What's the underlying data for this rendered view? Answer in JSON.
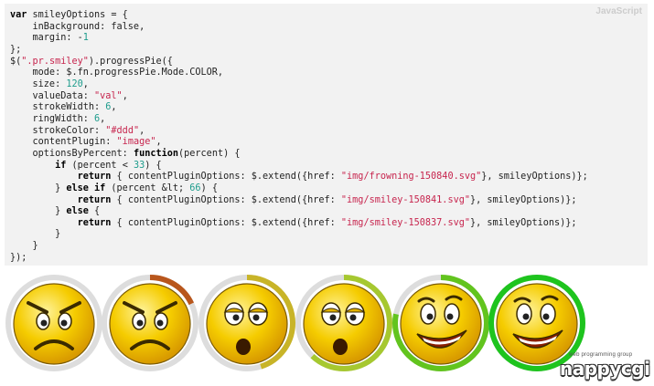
{
  "code_block": {
    "language_label": "JavaScript",
    "lines": [
      [
        {
          "t": "var",
          "c": "kw"
        },
        {
          "t": " smileyOptions = {"
        }
      ],
      [
        {
          "t": "    inBackground: false,"
        }
      ],
      [
        {
          "t": "    margin: -"
        },
        {
          "t": "1",
          "c": "num"
        }
      ],
      [
        {
          "t": "};"
        }
      ],
      [
        {
          "t": "$("
        },
        {
          "t": "\".pr.smiley\"",
          "c": "str"
        },
        {
          "t": ").progressPie({"
        }
      ],
      [
        {
          "t": "    mode: $.fn.progressPie.Mode.COLOR,"
        }
      ],
      [
        {
          "t": "    size: "
        },
        {
          "t": "120",
          "c": "num"
        },
        {
          "t": ","
        }
      ],
      [
        {
          "t": "    valueData: "
        },
        {
          "t": "\"val\"",
          "c": "str"
        },
        {
          "t": ","
        }
      ],
      [
        {
          "t": "    strokeWidth: "
        },
        {
          "t": "6",
          "c": "num"
        },
        {
          "t": ","
        }
      ],
      [
        {
          "t": "    ringWidth: "
        },
        {
          "t": "6",
          "c": "num"
        },
        {
          "t": ","
        }
      ],
      [
        {
          "t": "    strokeColor: "
        },
        {
          "t": "\"#ddd\"",
          "c": "str"
        },
        {
          "t": ","
        }
      ],
      [
        {
          "t": "    contentPlugin: "
        },
        {
          "t": "\"image\"",
          "c": "str"
        },
        {
          "t": ","
        }
      ],
      [
        {
          "t": "    optionsByPercent: "
        },
        {
          "t": "function",
          "c": "kw"
        },
        {
          "t": "(percent) {"
        }
      ],
      [
        {
          "t": "        "
        },
        {
          "t": "if",
          "c": "kw"
        },
        {
          "t": " (percent < "
        },
        {
          "t": "33",
          "c": "num"
        },
        {
          "t": ") {"
        }
      ],
      [
        {
          "t": "            "
        },
        {
          "t": "return",
          "c": "kw"
        },
        {
          "t": " { contentPluginOptions: $.extend({href: "
        },
        {
          "t": "\"img/frowning-150840.svg\"",
          "c": "str"
        },
        {
          "t": "}, smileyOptions)};"
        }
      ],
      [
        {
          "t": "        } "
        },
        {
          "t": "else if",
          "c": "kw"
        },
        {
          "t": " (percent &lt; "
        },
        {
          "t": "66",
          "c": "num"
        },
        {
          "t": ") {"
        }
      ],
      [
        {
          "t": "            "
        },
        {
          "t": "return",
          "c": "kw"
        },
        {
          "t": " { contentPluginOptions: $.extend({href: "
        },
        {
          "t": "\"img/smiley-150841.svg\"",
          "c": "str"
        },
        {
          "t": "}, smileyOptions)};"
        }
      ],
      [
        {
          "t": "        } "
        },
        {
          "t": "else",
          "c": "kw"
        },
        {
          "t": " {"
        }
      ],
      [
        {
          "t": "            "
        },
        {
          "t": "return",
          "c": "kw"
        },
        {
          "t": " { contentPluginOptions: $.extend({href: "
        },
        {
          "t": "\"img/smiley-150837.svg\"",
          "c": "str"
        },
        {
          "t": "}, smileyOptions)};"
        }
      ],
      [
        {
          "t": "        }"
        }
      ],
      [
        {
          "t": "    }"
        }
      ],
      [
        {
          "t": "});"
        }
      ]
    ]
  },
  "progress_pies": [
    {
      "name": "frowning-face-icon",
      "value_percent": 0,
      "ring_color": "#cccccc",
      "face": "frowning"
    },
    {
      "name": "frowning-face-icon",
      "value_percent": 18,
      "ring_color": "#b8561c",
      "face": "frowning"
    },
    {
      "name": "surprised-face-icon",
      "value_percent": 45,
      "ring_color": "#c8b428",
      "face": "surprised"
    },
    {
      "name": "surprised-face-icon",
      "value_percent": 62,
      "ring_color": "#a6c830",
      "face": "surprised"
    },
    {
      "name": "smiling-face-icon",
      "value_percent": 78,
      "ring_color": "#62c41e",
      "face": "smiling"
    },
    {
      "name": "smiling-face-icon",
      "value_percent": 100,
      "ring_color": "#1ec41e",
      "face": "smiling"
    }
  ],
  "colors": {
    "track": "#dddddd",
    "face_fill": "#f5cc00",
    "face_outline": "#7a5a00"
  },
  "watermark": {
    "subtitle": "web programming group",
    "brand": "nappycgi"
  }
}
